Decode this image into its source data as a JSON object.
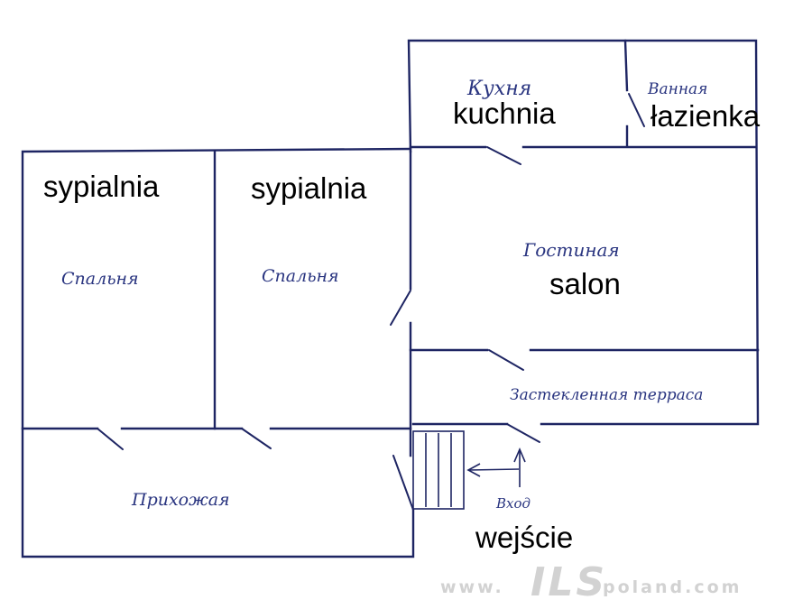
{
  "rooms": {
    "kitchen": {
      "ru": "Кухня",
      "pl": "kuchnia"
    },
    "bathroom": {
      "ru": "Ванная",
      "pl": "łazienka"
    },
    "bedroom_left": {
      "ru": "Спальня",
      "pl": "sypialnia"
    },
    "bedroom_right": {
      "ru": "Спальня",
      "pl": "sypialnia"
    },
    "living_room": {
      "ru": "Гостиная",
      "pl": "salon"
    },
    "terrace": {
      "ru": "Застекленная терраса"
    },
    "hallway": {
      "ru": "Прихожая"
    }
  },
  "entrance": {
    "ru": "Вход",
    "pl": "wejście"
  },
  "watermark": {
    "prefix": "www.",
    "brand": "ILS",
    "suffix": "poland.com"
  },
  "colors": {
    "ink": "#1e2563",
    "handwriting": "#2a3580",
    "overlay_text": "#000000",
    "watermark": "#d2d2d2"
  }
}
